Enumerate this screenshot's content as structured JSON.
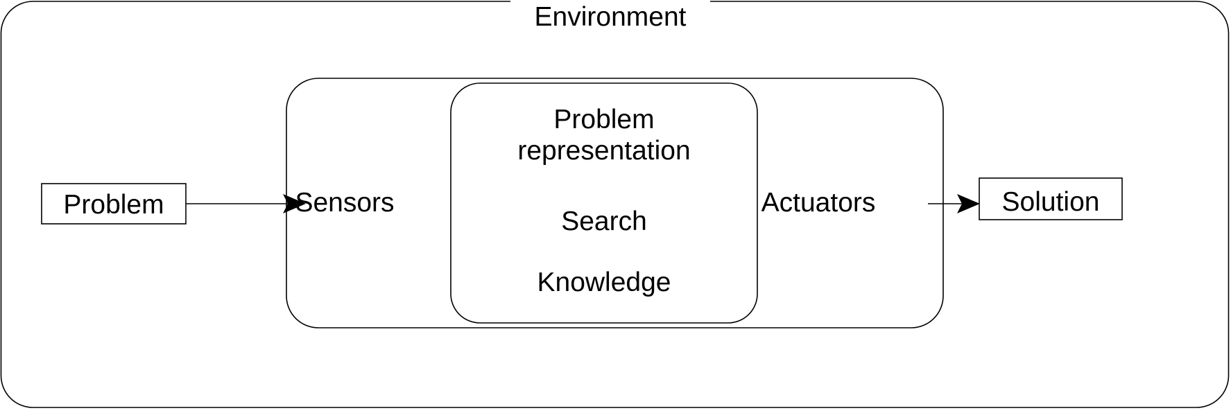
{
  "diagram": {
    "title": "Environment",
    "outer": {
      "label": "Environment",
      "shape": "rounded-rectangle"
    },
    "agent": {
      "sensors_label": "Sensors",
      "actuators_label": "Actuators",
      "shape": "rounded-rectangle"
    },
    "core": {
      "shape": "rounded-rectangle",
      "lines": [
        "Problem",
        "representation",
        "Search",
        "Knowledge"
      ],
      "line1": "Problem",
      "line2": "representation",
      "line3": "Search",
      "line4": "Knowledge"
    },
    "input": {
      "label": "Problem",
      "shape": "rectangle"
    },
    "output": {
      "label": "Solution",
      "shape": "rectangle"
    },
    "edges": [
      {
        "from": "Problem",
        "to": "Sensors",
        "arrow": "filled-triangle"
      },
      {
        "from": "Actuators",
        "to": "Solution",
        "arrow": "filled-triangle"
      }
    ],
    "colors": {
      "stroke": "#000000",
      "fill": "#ffffff",
      "text": "#000000"
    }
  }
}
